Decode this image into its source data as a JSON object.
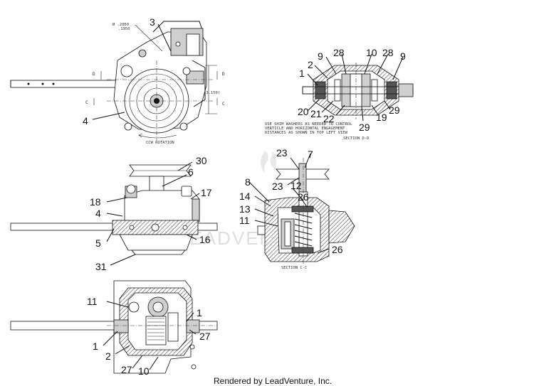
{
  "top_view": {
    "callouts": [
      "3",
      "4"
    ],
    "dimensions": [
      "Ø .2050",
      ".1950",
      "(3.150)"
    ],
    "section_markers": [
      "D",
      "D",
      "C",
      "C"
    ],
    "rotation_label": "CCW ROTATION"
  },
  "section_d": {
    "callouts": [
      "1",
      "2",
      "9",
      "28",
      "10",
      "28",
      "9",
      "20",
      "21",
      "22",
      "29",
      "19",
      "29"
    ],
    "note_lines": [
      "USE SHIM WASHERS AS NEEDED TO CONTROL",
      "VERTICLE AND HORIZONTAL ENGAGEMENT",
      "DISTANCES AS SHOWN IN TOP LEFT VIEW"
    ],
    "section_label": "SECTION D-D"
  },
  "side_view": {
    "callouts": [
      "30",
      "6",
      "17",
      "18",
      "4",
      "5",
      "16",
      "31"
    ]
  },
  "section_c": {
    "callouts": [
      "23",
      "7",
      "8",
      "23",
      "12",
      "14",
      "26",
      "13",
      "11",
      "26"
    ],
    "section_label": "SECTION C-C"
  },
  "bottom_view": {
    "callouts": [
      "11",
      "1",
      "27",
      "1",
      "2",
      "27",
      "10"
    ]
  },
  "watermark": "LEADVENTURE",
  "footer": "Rendered by LeadVenture, Inc."
}
